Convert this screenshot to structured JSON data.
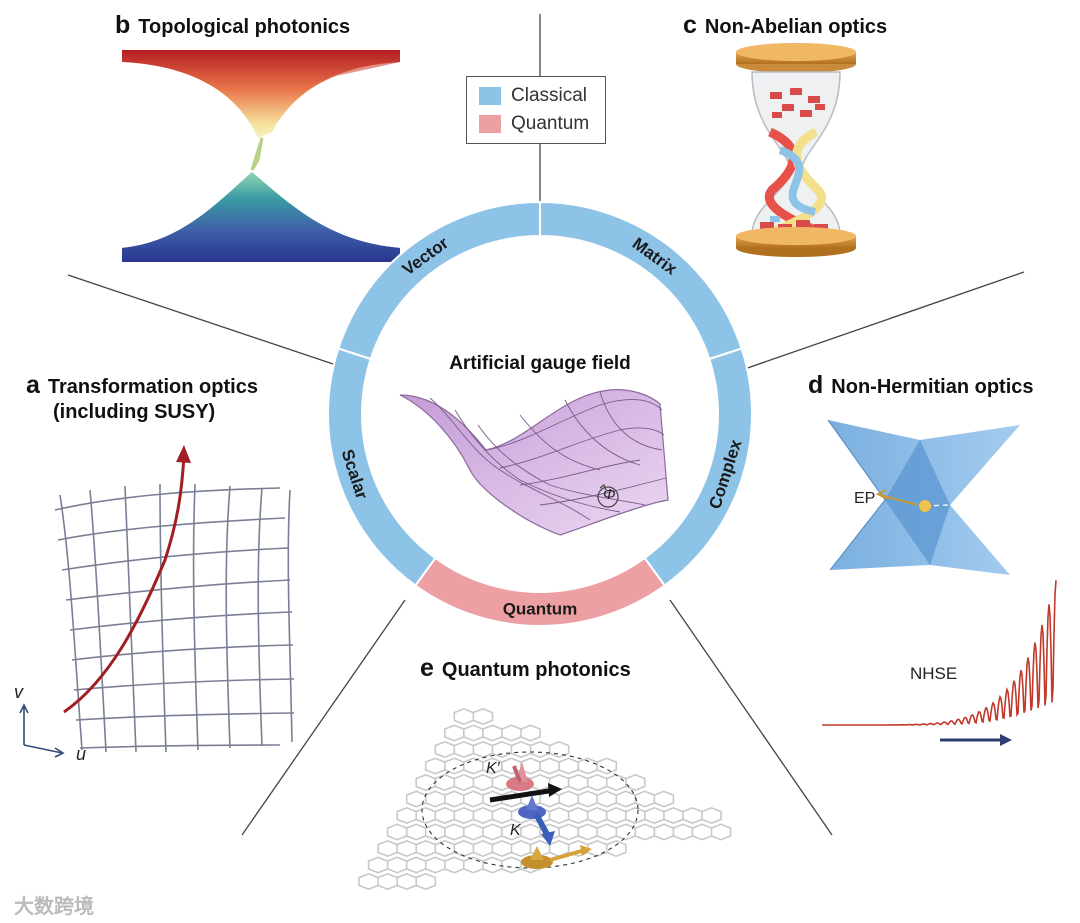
{
  "panels": {
    "a": {
      "letter": "a",
      "title_line1": "Transformation optics",
      "title_line2": "(including SUSY)",
      "axis_v": "v",
      "axis_u": "u"
    },
    "b": {
      "letter": "b",
      "title": "Topological photonics"
    },
    "c": {
      "letter": "c",
      "title": "Non-Abelian optics"
    },
    "d": {
      "letter": "d",
      "title": "Non-Hermitian optics",
      "ep_label": "EP",
      "nhse_label": "NHSE"
    },
    "e": {
      "letter": "e",
      "title": "Quantum photonics",
      "k_prime": "K′",
      "k": "K"
    }
  },
  "legend": {
    "items": [
      {
        "label": "Classical",
        "color": "#8ec3e8"
      },
      {
        "label": "Quantum",
        "color": "#eca0a4"
      }
    ]
  },
  "ring": {
    "segments": [
      "Vector",
      "Matrix",
      "Complex",
      "Quantum",
      "Scalar"
    ],
    "center_title": "Artificial gauge field",
    "phi_symbol": "Φ",
    "classical_color": "#8ec3e8",
    "quantum_color": "#eca0a4"
  },
  "watermark": "大数跨境"
}
